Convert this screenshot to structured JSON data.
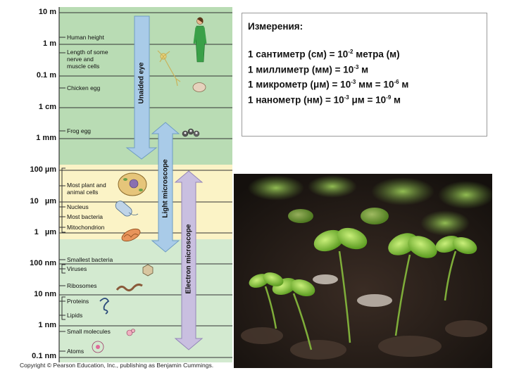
{
  "scale": {
    "ticks": [
      {
        "label": "10 m"
      },
      {
        "label": "1 m"
      },
      {
        "label": "0.1 m"
      },
      {
        "label": "1 cm"
      },
      {
        "label": "1 mm"
      },
      {
        "label": "100 µm"
      },
      {
        "label": "10   µm"
      },
      {
        "label": "1   µm"
      },
      {
        "label": "100 nm"
      },
      {
        "label": "10 nm"
      },
      {
        "label": "1 nm"
      },
      {
        "label": "0.1 nm"
      }
    ],
    "items": [
      {
        "lines": [
          "Human height"
        ]
      },
      {
        "lines": [
          "Length of some",
          "nerve and",
          "muscle cells"
        ]
      },
      {
        "lines": [
          "Chicken egg"
        ]
      },
      {
        "lines": [
          "Frog egg"
        ]
      },
      {
        "lines": [
          "Most plant and",
          "animal cells"
        ]
      },
      {
        "lines": [
          "Nucleus"
        ]
      },
      {
        "lines": [
          "Most bacteria"
        ]
      },
      {
        "lines": [
          "Mitochondrion"
        ]
      },
      {
        "lines": [
          "Smallest bacteria"
        ]
      },
      {
        "lines": [
          "Viruses"
        ]
      },
      {
        "lines": [
          "Ribosomes"
        ]
      },
      {
        "lines": [
          "Proteins"
        ]
      },
      {
        "lines": [
          "Lipids"
        ]
      },
      {
        "lines": [
          "Small molecules"
        ]
      },
      {
        "lines": [
          "Atoms"
        ]
      }
    ],
    "arrows": [
      {
        "label": "Unaided eye",
        "color": "#a9cbe8"
      },
      {
        "label": "Light microscope",
        "color": "#a9cbe8"
      },
      {
        "label": "Electron microscope",
        "color": "#c9bfe0"
      }
    ],
    "band_colors": {
      "green": "#b9dcb4",
      "yellow": "#fbf3c6",
      "light_green": "#d3ead0"
    },
    "copyright": "Copyright © Pearson Education, Inc., publishing as Benjamin Cummings."
  },
  "info": {
    "title": "Измерения:",
    "lines": [
      {
        "parts": [
          "1 сантиметр (см) = 10",
          "-2",
          " метра (м)"
        ]
      },
      {
        "parts": [
          "1 миллиметр (мм) =  10",
          "-3",
          " м"
        ]
      },
      {
        "parts": [
          "1 микрометр (",
          "μ",
          "м) = 10",
          "-3",
          " мм = 10",
          "-6",
          " м"
        ]
      },
      {
        "parts": [
          "1 нанометр (нм) = 10",
          "-3",
          " ",
          "μ",
          "м = 10",
          "-9",
          " м"
        ]
      }
    ]
  },
  "photo": {
    "subject": "seedlings in soil"
  }
}
